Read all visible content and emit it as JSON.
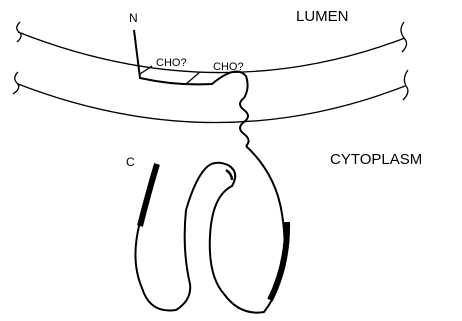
{
  "labels": {
    "lumen": "LUMEN",
    "cytoplasm": "CYTOPLASM",
    "n_terminus": "N",
    "c_terminus": "C",
    "glycosylation_site_1": "CHO?",
    "glycosylation_site_2": "CHO?"
  }
}
